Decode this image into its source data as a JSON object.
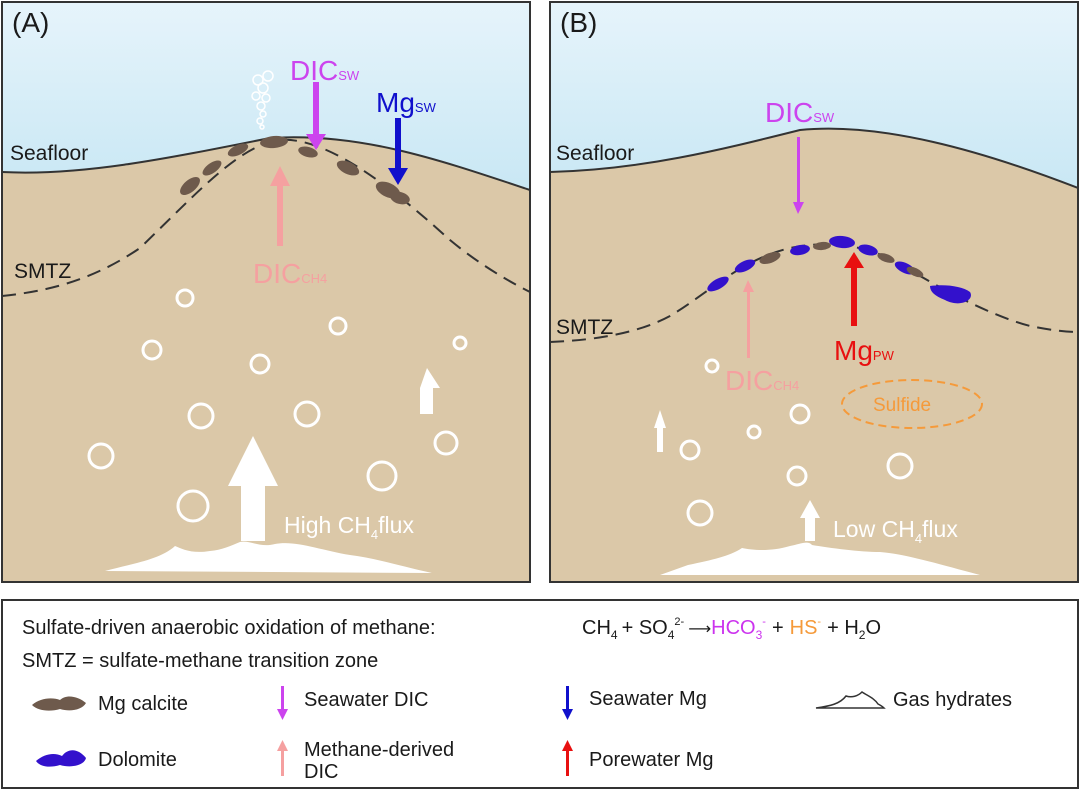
{
  "panel_a": {
    "label": "(A)",
    "seafloor": "Seafloor",
    "smtz": "SMTZ",
    "dic_sw": {
      "main": "DIC",
      "sub": "SW"
    },
    "mg_sw": {
      "main": "Mg",
      "sub": "SW"
    },
    "dic_ch4": {
      "main": "DIC",
      "sub": "CH4"
    },
    "flux": {
      "pre": "High CH",
      "sub": "4",
      "post": "flux"
    }
  },
  "panel_b": {
    "label": "(B)",
    "seafloor": "Seafloor",
    "smtz": "SMTZ",
    "dic_sw": {
      "main": "DIC",
      "sub": "SW"
    },
    "mg_pw": {
      "main": "Mg",
      "sub": "PW"
    },
    "dic_ch4": {
      "main": "DIC",
      "sub": "CH4"
    },
    "sulfide": "Sulfide",
    "flux": {
      "pre": "Low CH",
      "sub": "4",
      "post": "flux"
    }
  },
  "legend": {
    "reaction_label": "Sulfate-driven anaerobic oxidation of methane:",
    "reaction": {
      "ch": "CH",
      "ch_sub": "4",
      "plus1": "+ SO",
      "so_sub": "4",
      "so_sup": "2-",
      "arrow": "⟶",
      "hco": "HCO",
      "hco_sub": "3",
      "hco_sup": "-",
      "plus2": "+",
      "hs": "HS",
      "hs_sup": "-",
      "plus3": "+ H",
      "h_sub": "2",
      "o": "O"
    },
    "smtz_def": "SMTZ = sulfate-methane transition zone",
    "items": {
      "mg_calcite": "Mg calcite",
      "dolomite": "Dolomite",
      "seawater_dic": "Seawater DIC",
      "methane_dic_1": "Methane-derived",
      "methane_dic_2": "DIC",
      "seawater_mg": "Seawater Mg",
      "porewater_mg": "Porewater Mg",
      "gas_hydrates": "Gas hydrates"
    }
  },
  "colors": {
    "seawater_top": "#dff1fa",
    "seawater_bottom": "#8fd0e8",
    "sediment": "#dbc8a8",
    "mg_calcite": "#6e5a4c",
    "dolomite": "#3311cc",
    "seawater_dic": "#cc44ee",
    "methane_dic": "#f5a0a0",
    "seawater_mg": "#1010cc",
    "porewater_mg": "#e81010",
    "sulfide": "#f59a3a",
    "hco3": "#cc33ee",
    "hs": "#f59a3a"
  },
  "icons": {
    "mg_calcite": "mg-calcite-swatch-icon",
    "dolomite": "dolomite-swatch-icon",
    "seawater_dic": "purple-down-arrow-icon",
    "methane_dic": "pink-up-arrow-icon",
    "seawater_mg": "blue-down-arrow-icon",
    "porewater_mg": "red-up-arrow-icon",
    "gas_hydrates": "gas-hydrate-outline-icon"
  }
}
